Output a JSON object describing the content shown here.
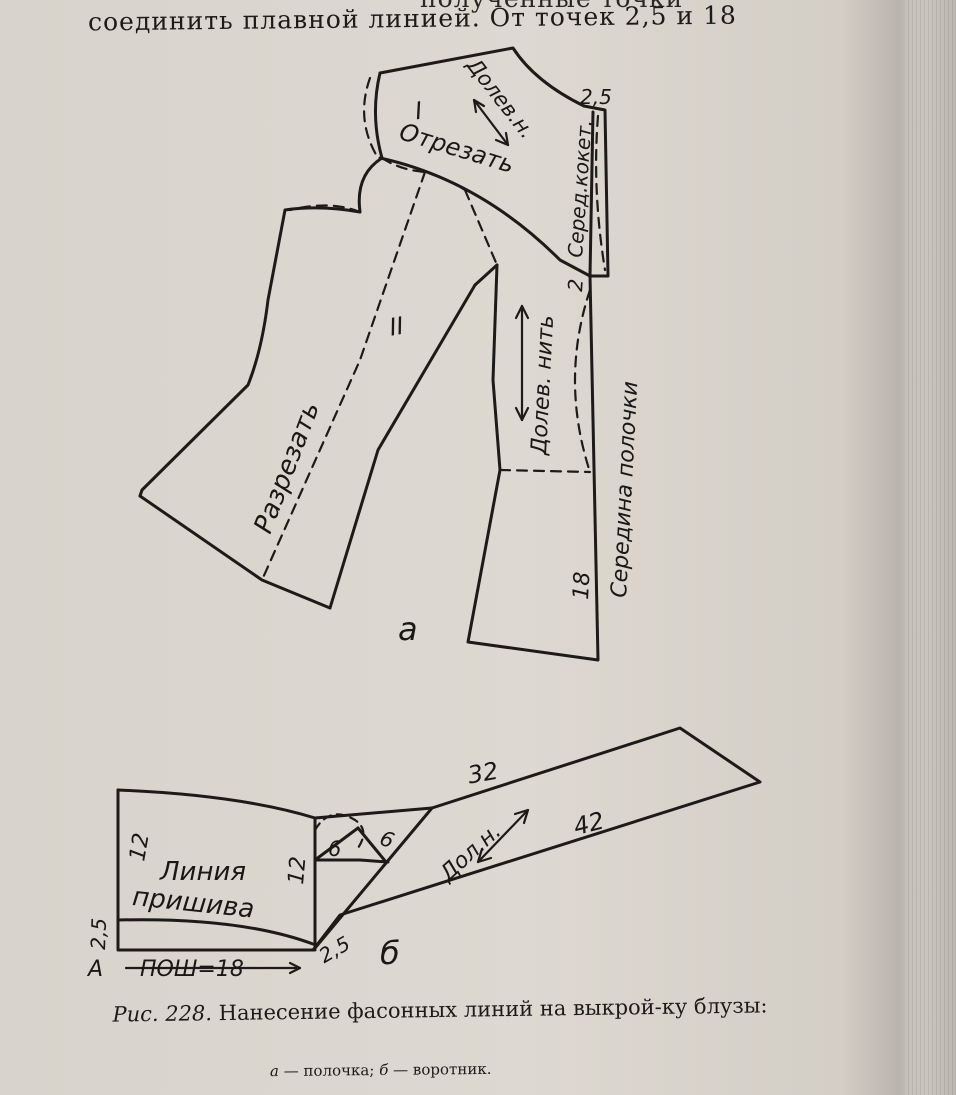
{
  "page_text": {
    "top_line": "соединить плавной линией. От точек 2,5 и 18",
    "top_line_cut": "полученные точки"
  },
  "figure_a": {
    "letter": "а",
    "part_1": "I",
    "part_2": "II",
    "label_dolev_n": "Долев.н.",
    "label_otrezat": "Отрезать",
    "label_sered_koket": "Серед.кокет.",
    "label_razrezat": "Разрезать",
    "label_dolev_nit": "Долев. нить",
    "label_seredina_polochki": "Середина полочки",
    "num_25": "2,5",
    "num_2": "2",
    "num_18": "18"
  },
  "figure_b": {
    "letter": "б",
    "num_12_left": "12",
    "num_12_mid": "12",
    "num_6_a": "6",
    "num_6_b": "6",
    "num_32": "32",
    "num_42": "42",
    "num_25_left": "2,5",
    "num_25_bottom": "2,5",
    "label_liniya": "Линия",
    "label_prishiva": "пришива",
    "label_dol_n": "Дол.н.",
    "point_a": "А",
    "label_posh": "ПОШ=18"
  },
  "caption": {
    "figure_no": "Рис. 228.",
    "title": "Нанесение фасонных линий на выкрой-ку блузы:",
    "sub_a_letter": "а",
    "sub_a_text": "— полочка;",
    "sub_b_letter": "б",
    "sub_b_text": "— воротник."
  }
}
